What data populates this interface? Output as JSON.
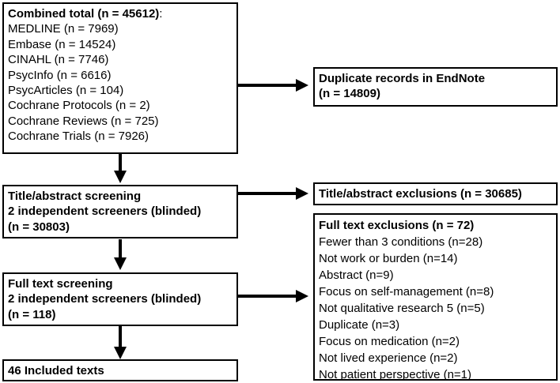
{
  "combined": {
    "title": "Combined total (n = 45612)",
    "title_suffix": ":",
    "sources": [
      "MEDLINE (n = 7969)",
      "Embase (n = 14524)",
      "CINAHL (n = 7746)",
      "PsycInfo (n = 6616)",
      "PsycArticles (n = 104)",
      "Cochrane Protocols (n = 2)",
      "Cochrane Reviews (n = 725)",
      "Cochrane Trials (n = 7926)"
    ]
  },
  "duplicates": {
    "line1": "Duplicate records in EndNote",
    "line2": "(n = 14809)"
  },
  "title_abstract": {
    "line1": "Title/abstract screening",
    "line2": "2 independent screeners (blinded)",
    "line3": "(n = 30803)"
  },
  "title_abstract_exclusions": {
    "label": "Title/abstract exclusions (n = 30685)"
  },
  "full_text": {
    "line1": "Full text screening",
    "line2": "2 independent screeners (blinded)",
    "line3": "(n = 118)"
  },
  "full_text_exclusions": {
    "title": "Full text exclusions (n = 72)",
    "reasons": [
      "Fewer than 3 conditions (n=28)",
      "Not work or burden (n=14)",
      "Abstract (n=9)",
      "Focus on self-management (n=8)",
      "Not qualitative research 5 (n=5)",
      "Duplicate (n=3)",
      "Focus on medication (n=2)",
      "Not lived experience (n=2)",
      "Not patient perspective (n=1)"
    ]
  },
  "included": {
    "label": "46 Included texts"
  }
}
